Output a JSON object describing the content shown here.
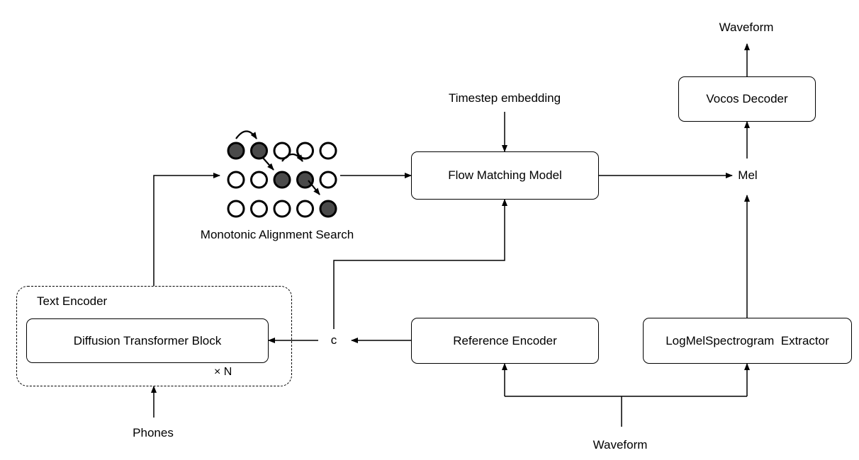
{
  "labels": {
    "waveform_top": "Waveform",
    "vocos_decoder": "Vocos Decoder",
    "timestep_embedding": "Timestep embedding",
    "flow_matching_model": "Flow Matching Model",
    "mel": "Mel",
    "monotonic_alignment_search": "Monotonic Alignment Search",
    "text_encoder": "Text Encoder",
    "diffusion_transformer_block": "Diffusion Transformer Block",
    "repeat": "× N",
    "c": "c",
    "reference_encoder": "Reference Encoder",
    "logmel_extractor": "LogMelSpectrogram  Extractor",
    "phones": "Phones",
    "waveform_bottom": "Waveform"
  },
  "alignment_grid": {
    "rows": 3,
    "cols": 5,
    "filled": [
      [
        0,
        0
      ],
      [
        0,
        1
      ],
      [
        1,
        2
      ],
      [
        1,
        3
      ],
      [
        2,
        4
      ]
    ]
  },
  "colors": {
    "stroke": "#000000",
    "filled_circle": "#4a4a4a",
    "background": "#ffffff"
  }
}
